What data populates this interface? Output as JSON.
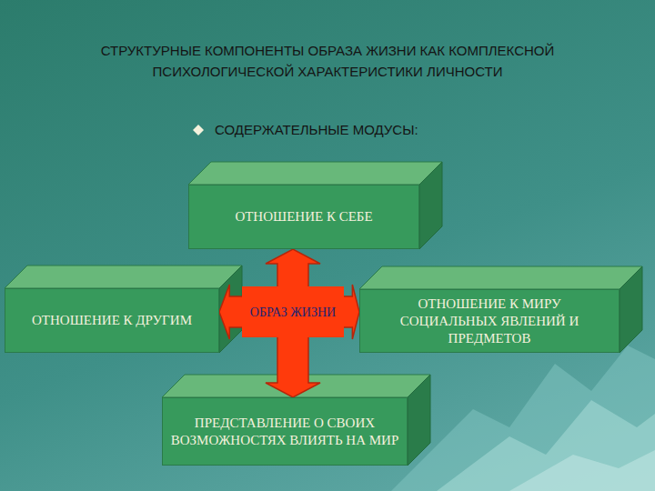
{
  "diagram": {
    "title": "СТРУКТУРНЫЕ КОМПОНЕНТЫ ОБРАЗА ЖИЗНИ КАК КОМПЛЕКСНОЙ ПСИХОЛОГИЧЕСКОЙ ХАРАКТЕРИСТИКИ ЛИЧНОСТИ",
    "nodes": [
      {
        "text": [
          "ОТНОШЕНИЕ К СЕБЕ"
        ]
      },
      {
        "text": [
          "ОТНОШЕНИЕ К ДРУГИМ"
        ]
      },
      {
        "text": [
          "ОБРАЗ ЖИЗНИ"
        ]
      },
      {
        "text": [
          "ОТНОШЕНИЕ К МИРУ СОЦИАЛЬНЫХ ЯВЛЕНИЙ И ПРЕДМЕТОВ"
        ]
      },
      {
        "text": [
          "ПРЕДСТАВЛЕНИЕ О СВОИХ ВОЗМОЖНОСТЯХ ВЛИЯТЬ НА МИР"
        ]
      }
    ],
    "edges": [
      {
        "from": 2,
        "to": 0,
        "arrow": "to"
      },
      {
        "from": 2,
        "to": 1,
        "arrow": "to"
      },
      {
        "from": 2,
        "to": 3,
        "arrow": "to"
      },
      {
        "from": 2,
        "to": 4,
        "arrow": "to"
      }
    ],
    "labels": [
      "СОДЕРЖАТЕЛЬНЫЕ МОДУСЫ:"
    ]
  }
}
